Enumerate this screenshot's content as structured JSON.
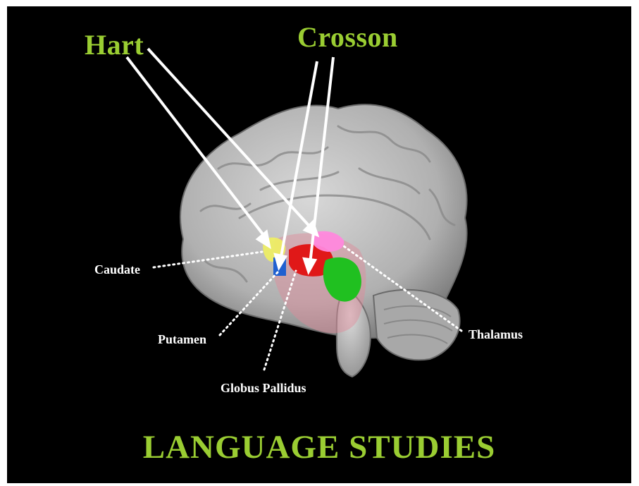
{
  "authors": {
    "hart": "Hart",
    "crosson": "Crosson"
  },
  "regions": {
    "caudate": "Caudate",
    "putamen": "Putamen",
    "globus_pallidus": "Globus Pallidus",
    "thalamus": "Thalamus"
  },
  "footer": {
    "title": "LANGUAGE STUDIES"
  },
  "colors": {
    "background": "#000000",
    "accent_text": "#9acd32",
    "label_text": "#ffffff",
    "brain": "#b8b8b8",
    "caudate": "#f0f060",
    "putamen": "#2060d0",
    "globus_pallidus": "#e01818",
    "thalamus": "#ff88dd",
    "cerebellum_region": "#20c020"
  }
}
